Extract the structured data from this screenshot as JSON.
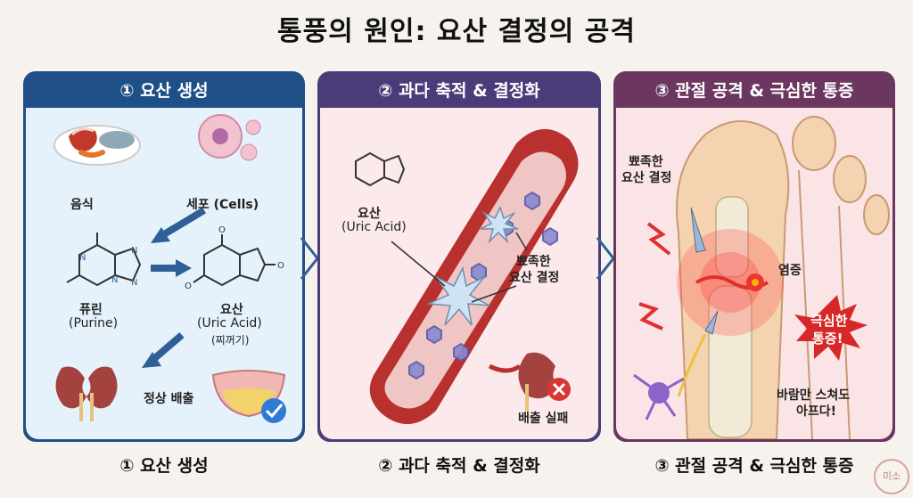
{
  "title": "통풍의 원인: 요산 결정의 공격",
  "panels": [
    {
      "header": "① 요산 생성",
      "caption": "① 요산 생성",
      "labels": {
        "food": "음식",
        "cells": "세포 (Cells)",
        "purine": "퓨린",
        "purine_en": "(Purine)",
        "uric": "요산",
        "uric_en": "(Uric Acid)",
        "uric_note": "(찌꺼기)",
        "excretion": "정상 배출"
      }
    },
    {
      "header": "② 과다 축적 & 결정화",
      "caption": "② 과다 축적 & 결정화",
      "labels": {
        "uric": "요산",
        "uric_en": "(Uric Acid)",
        "crystal_1": "뾰족한",
        "crystal_2": "요산 결정",
        "fail": "배출 실패"
      }
    },
    {
      "header": "③ 관절 공격 & 극심한 통증",
      "caption": "③ 관절 공격 & 극심한 통증",
      "labels": {
        "crystal_1": "뾰족한",
        "crystal_2": "요산 결정",
        "inflammation": "염증",
        "pain_1": "극심한",
        "pain_2": "통증!",
        "wind_1": "바람만 스쳐도",
        "wind_2": "아프다!"
      }
    }
  ],
  "stamp": "미소"
}
